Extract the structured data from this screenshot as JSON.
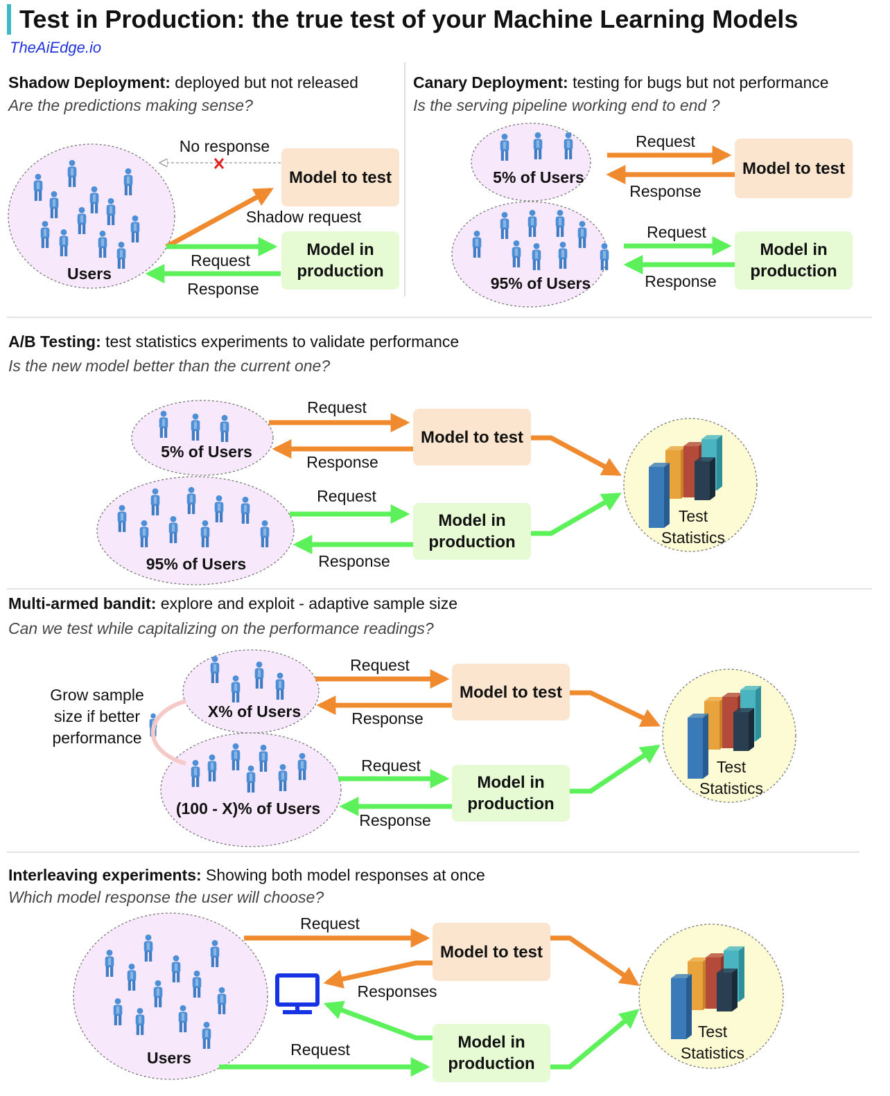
{
  "title": "Test in Production: the true test of your Machine Learning Models",
  "brand": "TheAiEdge.io",
  "labels": {
    "model_to_test": "Model to test",
    "model_in_production": "Model in production",
    "request": "Request",
    "response": "Response",
    "responses": "Responses",
    "no_response": "No response",
    "shadow_request": "Shadow request",
    "users": "Users",
    "five_pct": "5% of Users",
    "ninety_five_pct": "95% of Users",
    "x_pct": "X% of Users",
    "hundred_minus_x": "(100 - X)% of Users",
    "test_statistics": "Test Statistics",
    "grow": "Grow sample size if better performance"
  },
  "sections": {
    "shadow": {
      "name": "Shadow Deployment:",
      "desc": "deployed but not released",
      "question": "Are the predictions making sense?"
    },
    "canary": {
      "name": "Canary Deployment:",
      "desc": "testing for bugs but not performance",
      "question": "Is the serving pipeline working end to end ?"
    },
    "ab": {
      "name": "A/B Testing:",
      "desc": "test statistics experiments to validate performance",
      "question": "Is the new model better than the current one?"
    },
    "bandit": {
      "name": "Multi-armed bandit:",
      "desc": "explore and exploit - adaptive sample size",
      "question": "Can we test while capitalizing on the performance readings?"
    },
    "interleave": {
      "name": "Interleaving experiments:",
      "desc": "Showing both model responses at once",
      "question": "Which model response the user will choose?"
    }
  },
  "colors": {
    "orange": "#ef8a2f",
    "green": "#5cf05a",
    "test_box": "#fbe5cf",
    "prod_box": "#e6fad4",
    "group_fill": "#f8e8fb",
    "stats_fill": "#fdfbd3",
    "person": "#4d8fd6",
    "accent": "#3db8c9",
    "brand": "#2233dd"
  },
  "icons": [
    "person-icon",
    "bar-chart-icon",
    "monitor-icon",
    "red-x-icon"
  ]
}
